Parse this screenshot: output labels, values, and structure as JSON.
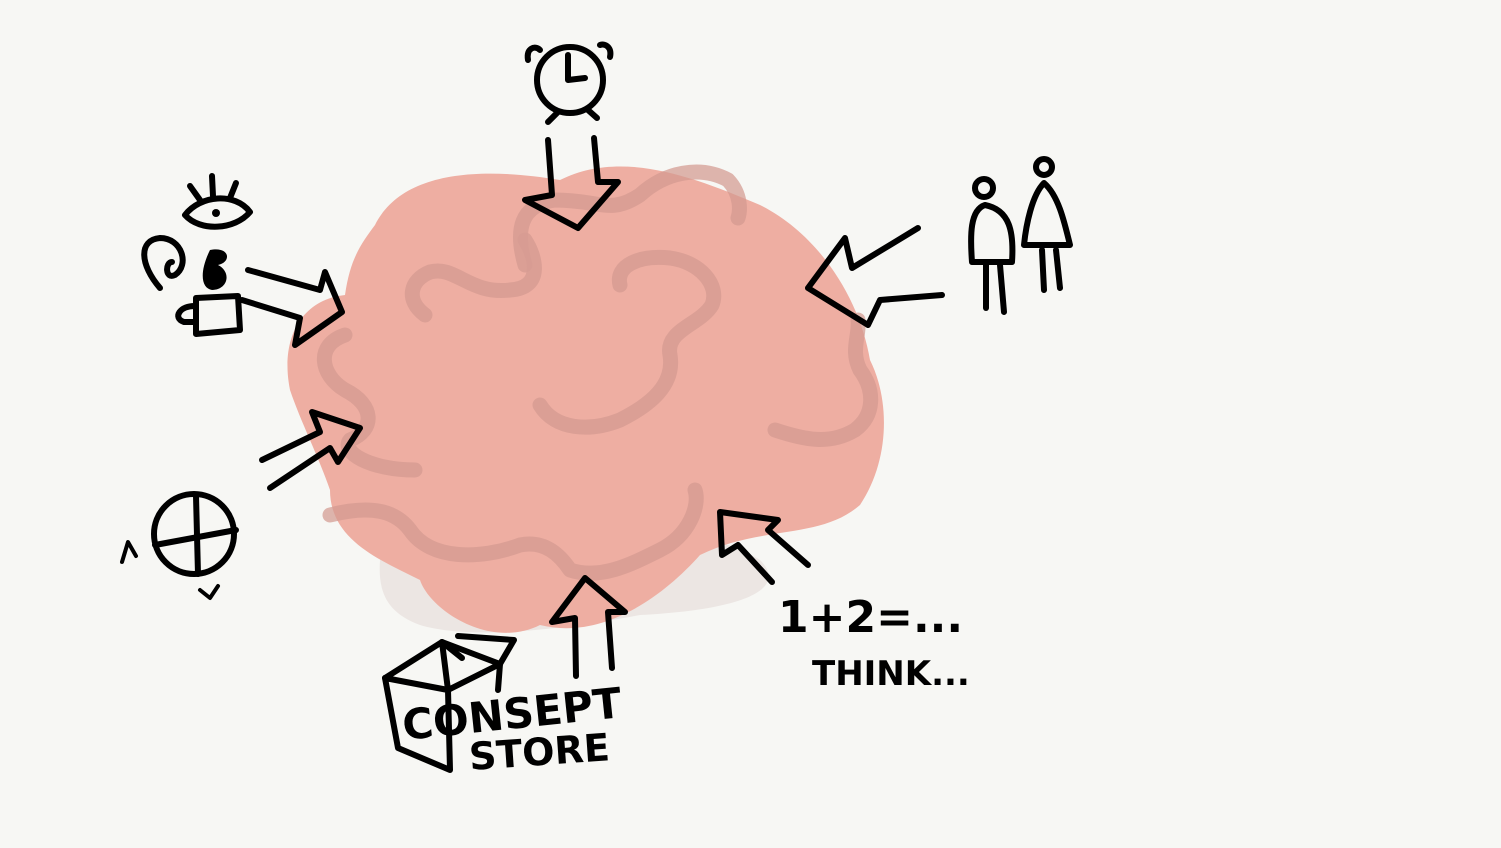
{
  "labels": {
    "math": "1+2=...",
    "think": "THINK...",
    "store_line1": "CONSEPT",
    "store_line2": "STORE"
  },
  "colors": {
    "background": "#f7f7f4",
    "brain": "#eeaea2",
    "brain_fold": "#d49a90",
    "brain_shadow": "#ece6e3",
    "ink": "#000000"
  },
  "icons": [
    "alarm-clock-icon",
    "eye-ear-nose-mouth-hand-icon",
    "compass-icon",
    "open-box-icon",
    "people-icon"
  ]
}
